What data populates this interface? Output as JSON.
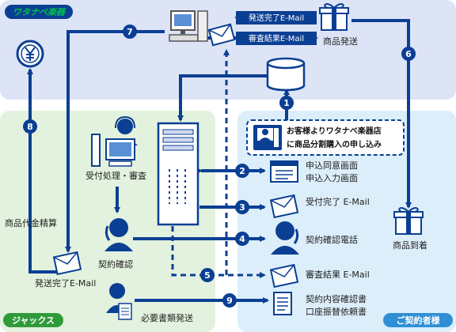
{
  "areas": {
    "watanabe": "ワタナベ楽器",
    "jacks": "ジャックス",
    "customer": "ご契約者様"
  },
  "steps": {
    "s1": "1",
    "s2": "2",
    "s3": "3",
    "s4": "4",
    "s5": "5",
    "s6": "6",
    "s7": "7",
    "s8": "8",
    "s9": "9"
  },
  "labels": {
    "shipping_mail": "発送完了E-Mail",
    "review_mail_top": "審査結果E-Mail",
    "product_shipping": "商品発送",
    "application_line1": "お客様よりワタナベ楽器店",
    "application_line2": "に商品分割購入の申し込み",
    "reception_review": "受付処理・審査",
    "consent_screen": "申込同意画面",
    "input_screen": "申込入力画面",
    "reception_mail": "受付完了 E-Mail",
    "contract_check": "契約確認",
    "contract_call": "契約確認電話",
    "product_settlement": "商品代金精算",
    "shipping_mail_left": "発送完了E-Mail",
    "review_mail_bottom": "審査結果 E-Mail",
    "product_arrival": "商品到着",
    "documents_sent": "必要書類発送",
    "contract_doc_line1": "契約内容確認書",
    "contract_doc_line2": "口座振替依頼書"
  },
  "colors": {
    "arrow": "#0a3f93",
    "watanabe_bg": "#dde4f6",
    "jacks_bg": "#e3f2de",
    "customer_bg": "#dceefa",
    "tag_green": "#2f9a3a",
    "tag_blue": "#2f8fd6",
    "watanabe_text": "#00a23a"
  }
}
